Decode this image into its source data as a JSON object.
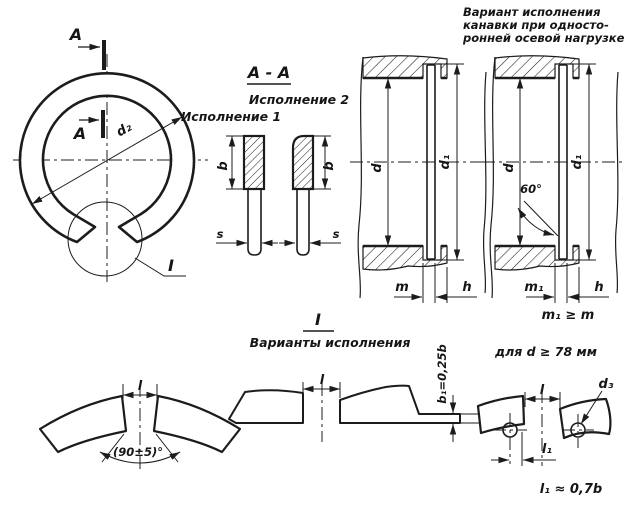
{
  "note_top_right": {
    "line1": "Вариант исполнения",
    "line2": "канавки при односто-",
    "line3": "ронней осевой нагрузке"
  },
  "ring_view": {
    "cut_label_top": "A",
    "cut_label_mid": "A",
    "dim_d2": "d₂",
    "detail_ref": "I"
  },
  "section_aa": {
    "title": "A - A",
    "variant1": "Исполнение 1",
    "variant2": "Исполнение 2",
    "dim_b_left": "b",
    "dim_b_right": "b",
    "dim_s_left": "s",
    "dim_s_right": "s"
  },
  "groove_main": {
    "dim_d": "d",
    "dim_d1": "d₁",
    "dim_m": "m",
    "dim_h": "h"
  },
  "groove_alt": {
    "dim_d": "d",
    "dim_d1": "d₁",
    "angle": "60°",
    "dim_m1": "m₁",
    "dim_h": "h",
    "note": "m₁ ≥ m"
  },
  "detail": {
    "title": "I",
    "subtitle": "Варианты исполнения",
    "v1": {
      "dim_l": "l",
      "angle": "(90±5)°"
    },
    "v2": {
      "dim_l": "l",
      "dim_b1": "b₁=0,25b"
    },
    "v3": {
      "cond": "для d ≥ 78 мм",
      "dim_l": "l",
      "dim_d3": "d₃",
      "dim_l1": "l₁",
      "note": "l₁ ≈ 0,7b"
    }
  }
}
